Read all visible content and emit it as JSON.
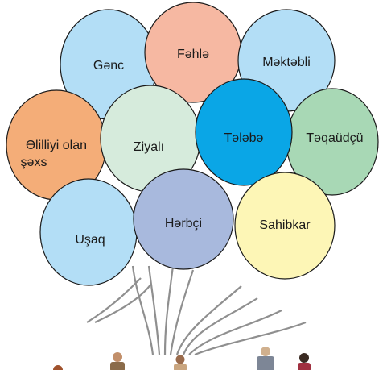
{
  "balloons": [
    {
      "label": "Gənc",
      "color": "#b3def6"
    },
    {
      "label": "Fəhlə",
      "color": "#f6b8a2"
    },
    {
      "label": "Məktəbli",
      "color": "#b3def6"
    },
    {
      "label": "Əlilliyi olan",
      "label2": "şəxs",
      "color": "#f4ad78"
    },
    {
      "label": "Ziyalı",
      "color": "#d6ebdc"
    },
    {
      "label": "Tələbə",
      "color": "#0aa6e6"
    },
    {
      "label": "Təqaüdçü",
      "color": "#a8d8b5"
    },
    {
      "label": "Uşaq",
      "color": "#b3def6"
    },
    {
      "label": "Hərbçi",
      "color": "#a8b9dd"
    },
    {
      "label": "Sahibkar",
      "color": "#fdf6b6"
    }
  ],
  "colors": {
    "outline": "#1a1a1a",
    "string": "#8f8f8f"
  },
  "icons": [
    "person-figure-icon",
    "person-figure-icon",
    "person-figure-icon",
    "person-figure-icon",
    "person-figure-icon"
  ]
}
